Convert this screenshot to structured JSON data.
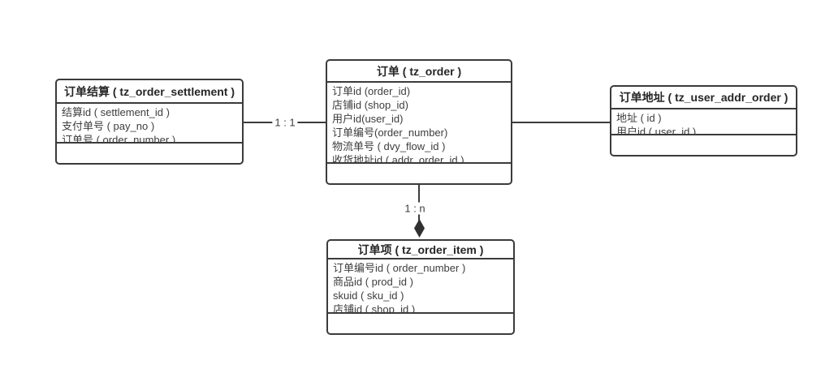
{
  "diagram": {
    "entities": [
      {
        "id": "order_settlement",
        "title": "订单结算 ( tz_order_settlement )",
        "fields": [
          "结算id ( settlement_id )",
          "支付单号 ( pay_no )",
          "订单号 ( order_number )"
        ]
      },
      {
        "id": "order",
        "title": "订单 ( tz_order )",
        "fields": [
          "订单id (order_id)",
          "店铺id (shop_id)",
          "用户id(user_id)",
          "订单编号(order_number)",
          "物流单号 ( dvy_flow_id )",
          "收货地址id ( addr_order_id )"
        ]
      },
      {
        "id": "user_addr_order",
        "title": "订单地址 ( tz_user_addr_order )",
        "fields": [
          "地址 ( id )",
          "用户id ( user_id )"
        ]
      },
      {
        "id": "order_item",
        "title": "订单项 ( tz_order_item )",
        "fields": [
          "订单编号id ( order_number )",
          "商品id ( prod_id )",
          "skuid ( sku_id )",
          "店铺id ( shop_id )"
        ]
      }
    ],
    "connectors": {
      "settlement_to_order_label": "1 : 1",
      "order_to_item_label": "1 : n"
    },
    "colors": {
      "line": "#3b3b3b",
      "title_text": "#262626",
      "field_text": "#3d3d3d",
      "background": "#ffffff"
    }
  }
}
